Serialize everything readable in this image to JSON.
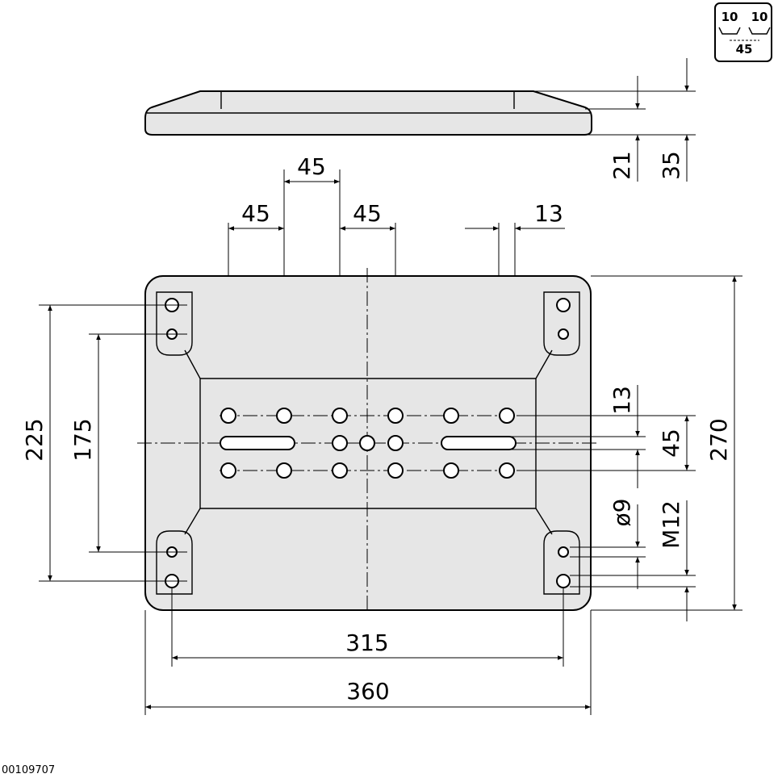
{
  "badge": {
    "left": "10",
    "right": "10",
    "bottom": "45"
  },
  "dimensions": {
    "top_45": "45",
    "left_45": "45",
    "mid_45": "45",
    "slot_13": "13",
    "side_21": "21",
    "side_35": "35",
    "height_225": "225",
    "height_175": "175",
    "right_13": "13",
    "right_45": "45",
    "height_270": "270",
    "dia_9": "ø9",
    "thread_m12": "M12",
    "width_315": "315",
    "width_360": "360"
  },
  "reference": "00109707"
}
